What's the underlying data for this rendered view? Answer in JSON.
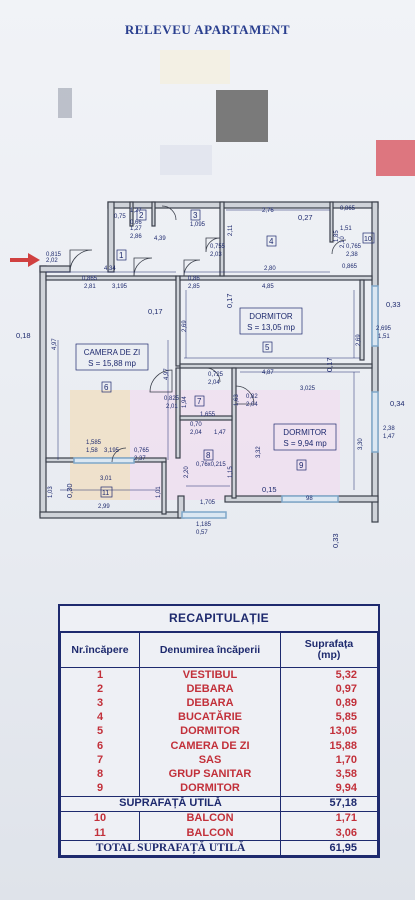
{
  "document": {
    "title": "RELEVEU APARTAMENT"
  },
  "plan": {
    "rooms": [
      {
        "id": "1",
        "name": "",
        "area": ""
      },
      {
        "id": "2",
        "name": "",
        "area": ""
      },
      {
        "id": "3",
        "name": "",
        "area": ""
      },
      {
        "id": "4",
        "name": "",
        "area": ""
      },
      {
        "id": "5",
        "name": "DORMITOR",
        "area": "S = 13,05 mp"
      },
      {
        "id": "6",
        "name": "CAMERA DE ZI",
        "area": "S = 15,88 mp"
      },
      {
        "id": "7",
        "name": "",
        "area": ""
      },
      {
        "id": "8",
        "name": "",
        "area": ""
      },
      {
        "id": "9",
        "name": "DORMITOR",
        "area": "S = 9,94 mp"
      },
      {
        "id": "10",
        "name": "",
        "area": ""
      },
      {
        "id": "11",
        "name": "",
        "area": ""
      }
    ],
    "dims": {
      "d0_18": "0,18",
      "d0_33a": "0,33",
      "d0_34": "0,34",
      "d0_33b": "0,33",
      "d0_15": "0,15",
      "d2_76": "2,76",
      "d0_27": "0,27",
      "d0_865a": "0,865",
      "d1_51a": "1,51",
      "d0_75": "0,75",
      "d1_27": "1,27",
      "d0_66": "0,66",
      "d1_27b": "1,27",
      "d2_86": "2,86",
      "d1_095": "1,095",
      "d4_39": "4,39",
      "d0_755": "0,755",
      "d2_03": "2,03",
      "d2_11": "2,11",
      "d1_85": "1,85",
      "d2_10": "2,10",
      "d0_765": "0,765",
      "d2_38": "2,38",
      "d0_865b": "0,865",
      "d0_815": "0,815",
      "d2_02": "2,02",
      "d4_34": "4,34",
      "d2_80": "2,80",
      "d0_865c": "0,865",
      "d2_81": "2,81",
      "d3_195a": "3,195",
      "d0_86": "0,86",
      "d2_85": "2,85",
      "d4_85": "4,85",
      "d0_17a": "0,17",
      "d0_17b": "0,17",
      "d2_69a": "2,69",
      "d2_69b": "2,69",
      "d2_695": "2,695",
      "d1_51b": "1,51",
      "d4_97a": "4,97",
      "d4_97b": "4,97",
      "d0_725": "0,725",
      "d2_04a": "2,04",
      "d4_87": "4,87",
      "d0_17c": "0,17",
      "d3_025": "3,025",
      "d0_825": "0,825",
      "d2_01": "2,01",
      "d1_94": "1,94",
      "d1_63": "1,63",
      "d0_82": "0,82",
      "d2_04b": "2,04",
      "d1_655": "1,655",
      "d0_70": "0,70",
      "d2_04c": "2,04",
      "d1_47": "1,47",
      "d2_38b": "2,38",
      "d1_47b": "1,47",
      "d3_30": "3,30",
      "d3_32": "3,32",
      "d1_585": "1,585",
      "d1_58": "1,58",
      "d3_195b": "3,195",
      "d0_765b": "0,765",
      "d2_37": "2,37",
      "d0_76x": "0,76x0,215",
      "d2_20": "2,20",
      "d1_15": "1,15",
      "d0_30": "0,30",
      "d3_01": "3,01",
      "d1_03": "1,03",
      "d2_99": "2,99",
      "d1_01": "1,01",
      "d1_705": "1,705",
      "d98": "98",
      "d1_185": "1,185",
      "d0_57": "0,57"
    }
  },
  "recap": {
    "title": "RECAPITULAȚIE",
    "headers": {
      "nr": "Nr.încăpere",
      "name": "Denumirea încăperii",
      "area": "Suprafața\n(mp)"
    },
    "rows": [
      {
        "nr": "1",
        "name": "VESTIBUL",
        "area": "5,32"
      },
      {
        "nr": "2",
        "name": "DEBARA",
        "area": "0,97"
      },
      {
        "nr": "3",
        "name": "DEBARA",
        "area": "0,89"
      },
      {
        "nr": "4",
        "name": "BUCATĂRIE",
        "area": "5,85"
      },
      {
        "nr": "5",
        "name": "DORMITOR",
        "area": "13,05"
      },
      {
        "nr": "6",
        "name": "CAMERA DE ZI",
        "area": "15,88"
      },
      {
        "nr": "7",
        "name": "SAS",
        "area": "1,70"
      },
      {
        "nr": "8",
        "name": "GRUP SANITAR",
        "area": "3,58"
      },
      {
        "nr": "9",
        "name": "DORMITOR",
        "area": "9,94"
      }
    ],
    "util_label": "SUPRAFAȚĂ UTILĂ",
    "util_value": "57,18",
    "balcony_rows": [
      {
        "nr": "10",
        "name": "BALCON",
        "area": "1,71"
      },
      {
        "nr": "11",
        "name": "BALCON",
        "area": "3,06"
      }
    ],
    "total_label": "TOTAL SUPRAFAȚĂ UTILĂ",
    "total_value": "61,95"
  },
  "colors": {
    "ink": "#1e2a6e",
    "red": "#c2303a",
    "wall": "#3a3f4a",
    "window": "#7fa7c9"
  }
}
